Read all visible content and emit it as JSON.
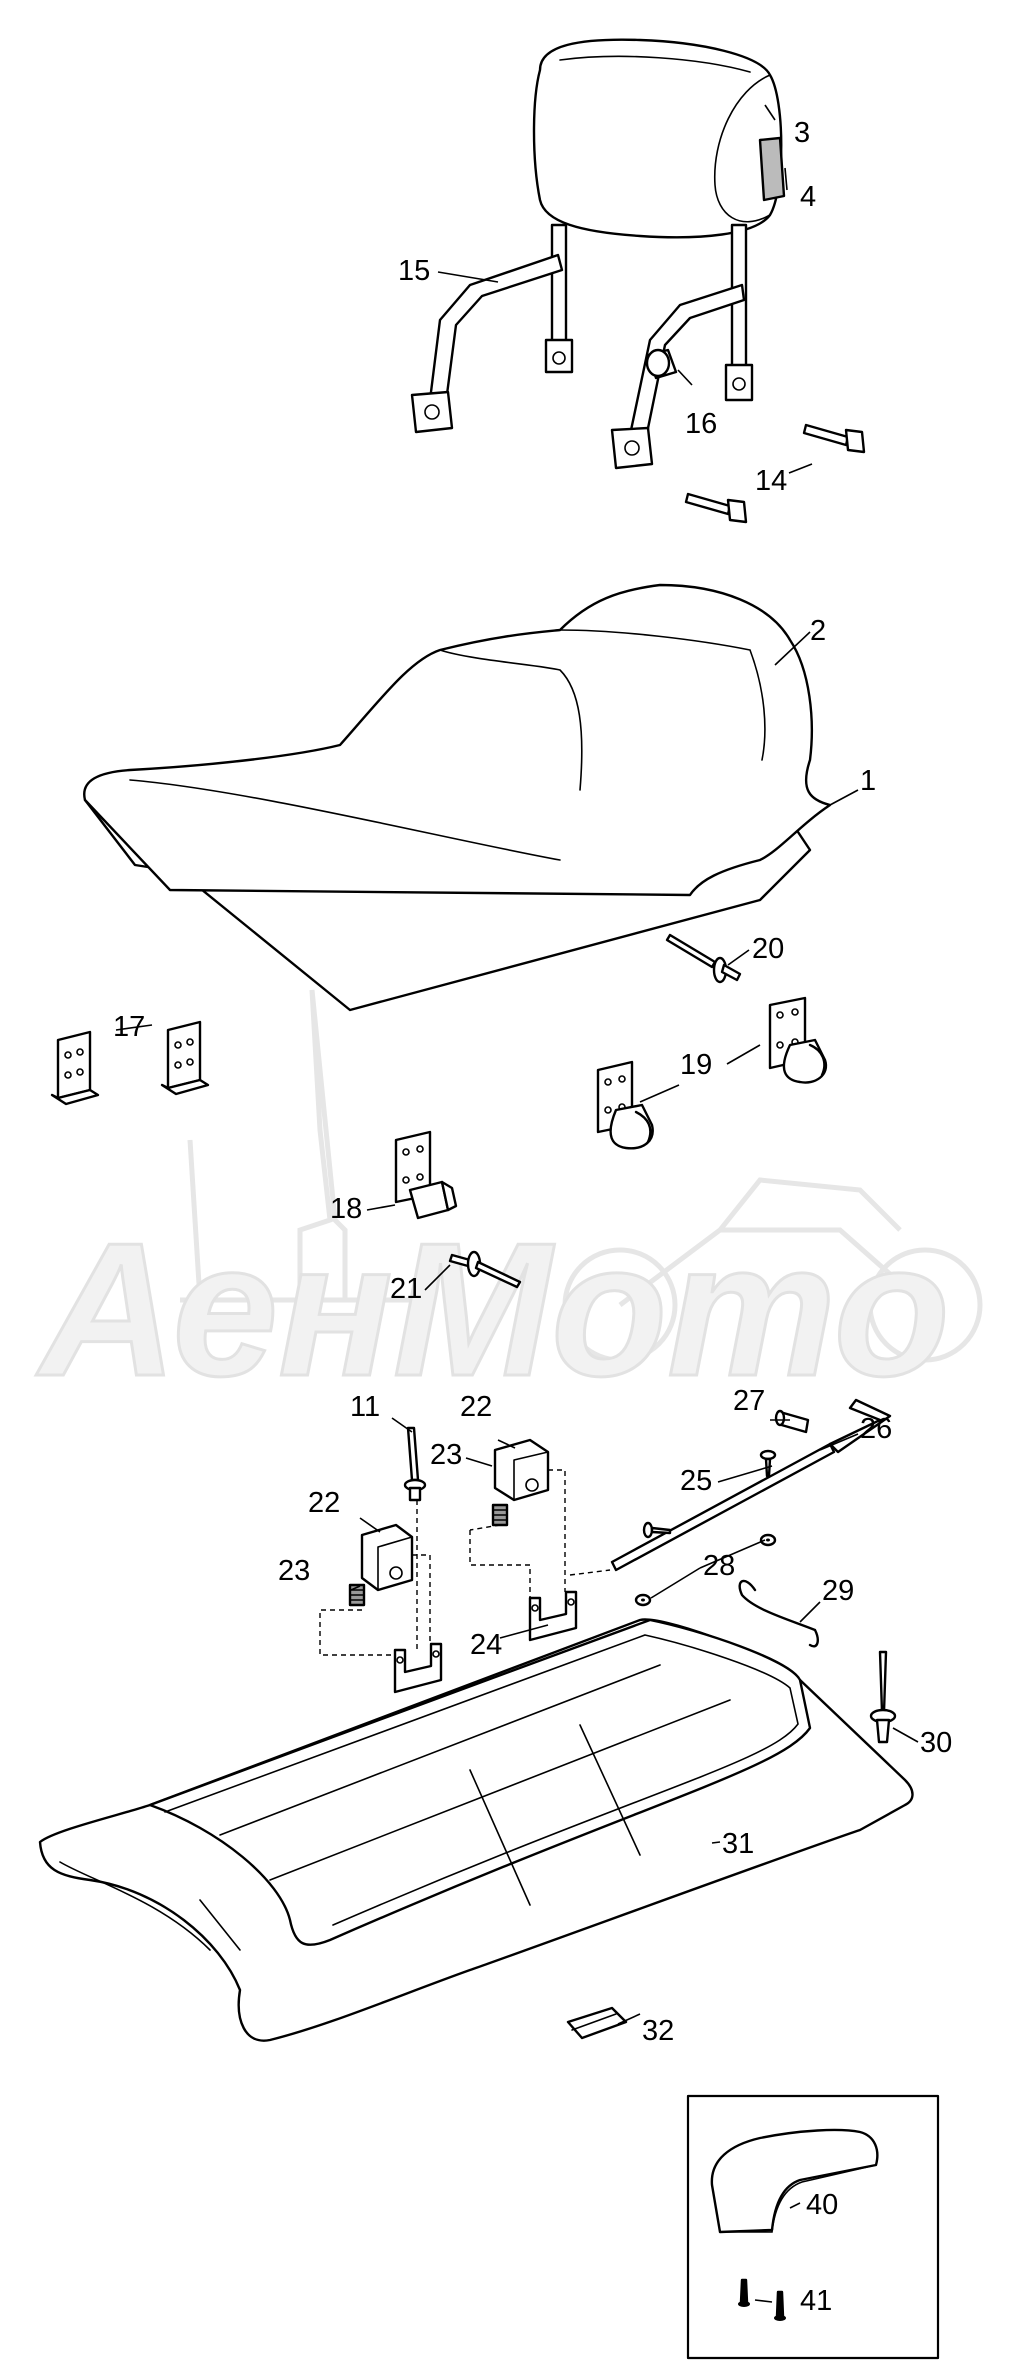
{
  "watermark": {
    "text": "АенМото",
    "color": "#e6e6e6"
  },
  "callouts": [
    {
      "id": "c3",
      "label": "3"
    },
    {
      "id": "c4",
      "label": "4"
    },
    {
      "id": "c15",
      "label": "15"
    },
    {
      "id": "c16",
      "label": "16"
    },
    {
      "id": "c14",
      "label": "14"
    },
    {
      "id": "c2",
      "label": "2"
    },
    {
      "id": "c1",
      "label": "1"
    },
    {
      "id": "c20",
      "label": "20"
    },
    {
      "id": "c17",
      "label": "17"
    },
    {
      "id": "c19",
      "label": "19"
    },
    {
      "id": "c18",
      "label": "18"
    },
    {
      "id": "c21",
      "label": "21"
    },
    {
      "id": "c27",
      "label": "27"
    },
    {
      "id": "c26",
      "label": "26"
    },
    {
      "id": "c11",
      "label": "11"
    },
    {
      "id": "c22a",
      "label": "22"
    },
    {
      "id": "c22b",
      "label": "22"
    },
    {
      "id": "c23a",
      "label": "23"
    },
    {
      "id": "c25",
      "label": "25"
    },
    {
      "id": "c23b",
      "label": "23"
    },
    {
      "id": "c28",
      "label": "28"
    },
    {
      "id": "c29",
      "label": "29"
    },
    {
      "id": "c24",
      "label": "24"
    },
    {
      "id": "c30",
      "label": "30"
    },
    {
      "id": "c31",
      "label": "31"
    },
    {
      "id": "c32",
      "label": "32"
    },
    {
      "id": "c40",
      "label": "40"
    },
    {
      "id": "c41",
      "label": "41"
    }
  ],
  "icons": {
    "inset_box": "accessory-inset-box"
  }
}
